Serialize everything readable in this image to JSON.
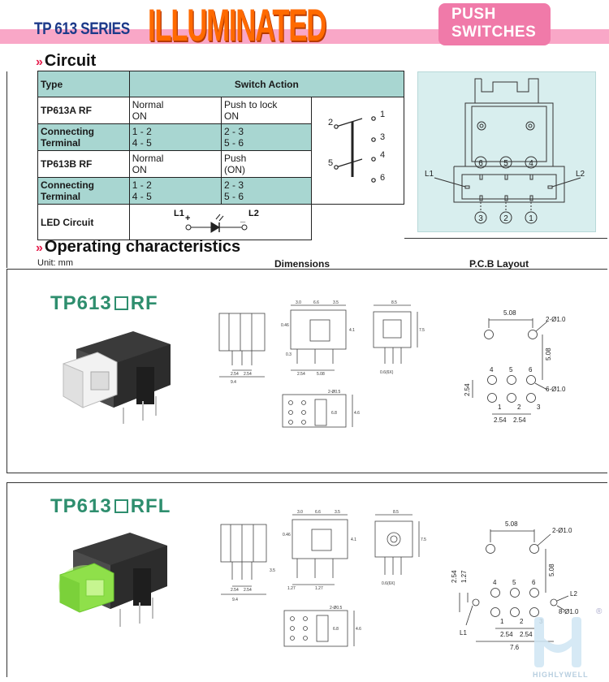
{
  "header": {
    "series": "TP 613 SERIES",
    "title": "ILLUMINATED",
    "push_line1": "PUSH",
    "push_line2": "SWITCHES",
    "colors": {
      "band": "#f9a7c7",
      "title": "#ff6a00",
      "series": "#1d3a8a",
      "push": "#f07aa9"
    }
  },
  "circuit": {
    "heading": "Circuit",
    "table": {
      "type_header": "Type",
      "action_header": "Switch Action",
      "a_type": "TP613A RF",
      "a_normal": "Normal\nON",
      "a_push": "Push to lock\nON",
      "conn_label": "Connecting\nTerminal",
      "a_conn_1": "1 - 2\n4 - 5",
      "a_conn_2": "2 - 3\n5 - 6",
      "b_type": "TP613B RF",
      "b_normal": "Normal\nON",
      "b_push": "Push\n(ON)",
      "b_conn_1": "1 - 2\n4 - 5",
      "b_conn_2": "2 - 3\n5 - 6",
      "led_label": "LED Circuit",
      "led_l1": "L1",
      "led_plus": "+",
      "led_minus": "_",
      "led_l2": "L2"
    },
    "schematic_terminals": [
      "1",
      "2",
      "3",
      "4",
      "5",
      "6"
    ],
    "blueprint": {
      "l1": "L1",
      "l2": "L2",
      "top_pins": [
        "6",
        "5",
        "4"
      ],
      "bottom_pins": [
        "3",
        "2",
        "1"
      ]
    }
  },
  "operating": {
    "heading": "Operating characteristics",
    "unit": "Unit: mm",
    "dimensions_label": "Dimensions",
    "pcb_label": "P.C.B Layout",
    "models": [
      {
        "prefix": "TP613",
        "suffix": "RF",
        "pcb": {
          "top_spacing": "5.08",
          "hole_top": "2-Ø1.0",
          "vertical": "5.08",
          "left_dim": "2.54",
          "hole_bottom": "6-Ø1.0",
          "bottom_a": "2.54",
          "bottom_b": "2.54",
          "pins_top": [
            "4",
            "5",
            "6"
          ],
          "pins_bottom": [
            "1",
            "2",
            "3"
          ]
        },
        "dims": {
          "a": "3.0",
          "b": "6.6",
          "c": "3.5",
          "d": "8.5",
          "e": "7.5",
          "f": "0.46",
          "g": "4.1",
          "h": "0.3",
          "i": "2.54",
          "j": "5.08",
          "k": "0.6(6X)",
          "l": "9.4",
          "m": "2.54",
          "n": "2.54",
          "o": "6.8",
          "p": "4.6",
          "q": "2-Ø0.5"
        }
      },
      {
        "prefix": "TP613",
        "suffix": "RFL",
        "pcb": {
          "top_spacing": "5.08",
          "hole_top": "2-Ø1.0",
          "vertical": "5.08",
          "left_a": "2.54",
          "left_b": "1.27",
          "l2": "L2",
          "hole_bottom": "8-Ø1.0",
          "l1": "L1",
          "bottom_a": "2.54",
          "bottom_b": "2.54",
          "bottom_total": "7.6",
          "pins_top": [
            "4",
            "5",
            "6"
          ],
          "pins_bottom": [
            "1",
            "2",
            "3"
          ]
        },
        "dims": {
          "a": "3.0",
          "b": "6.6",
          "c": "3.5",
          "d": "8.5",
          "e": "7.5",
          "f": "0.46",
          "g": "4.1",
          "h": "3.5",
          "i": "1.27",
          "j": "1.27",
          "k": "0.6(6X)",
          "l": "9.4",
          "m": "2.54",
          "n": "2.54",
          "o": "6.8",
          "p": "4.6",
          "q": "2-Ø0.5"
        }
      }
    ]
  },
  "watermark": {
    "brand": "HIGHLYWELL",
    "registered": "®"
  }
}
